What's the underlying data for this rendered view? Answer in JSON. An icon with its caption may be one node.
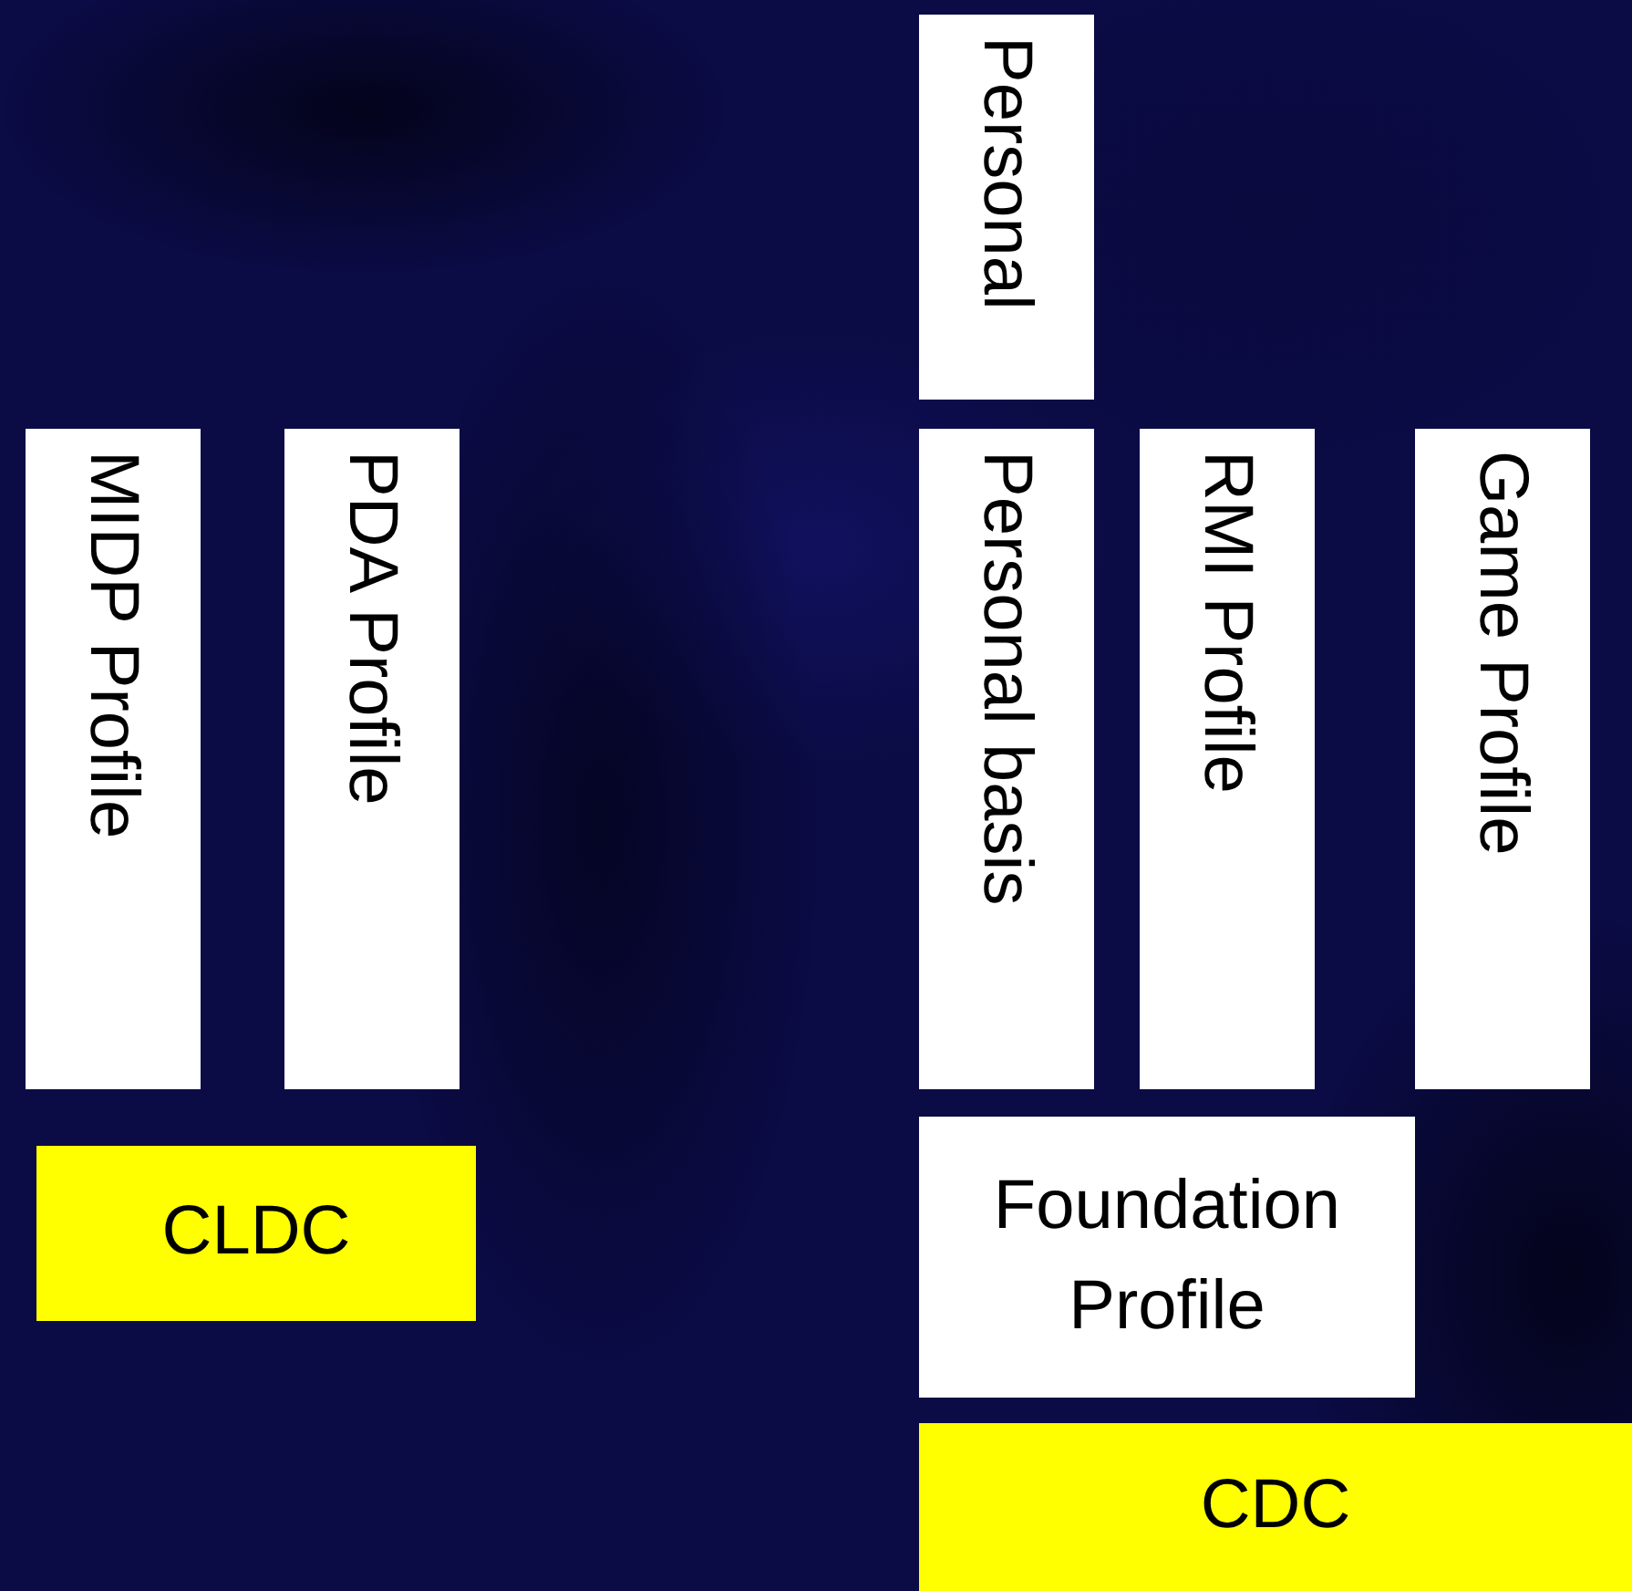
{
  "diagram": {
    "nodes": [
      {
        "text": [
          "Personal"
        ]
      },
      {
        "text": [
          "MIDP Profile"
        ]
      },
      {
        "text": [
          "PDA Profile"
        ]
      },
      {
        "text": [
          "Personal basis"
        ]
      },
      {
        "text": [
          "RMI Profile"
        ]
      },
      {
        "text": [
          "Game Profile"
        ]
      },
      {
        "text": [
          "CLDC"
        ]
      },
      {
        "text": [
          "Foundation Profile"
        ]
      },
      {
        "text": [
          "CDC"
        ]
      }
    ]
  }
}
